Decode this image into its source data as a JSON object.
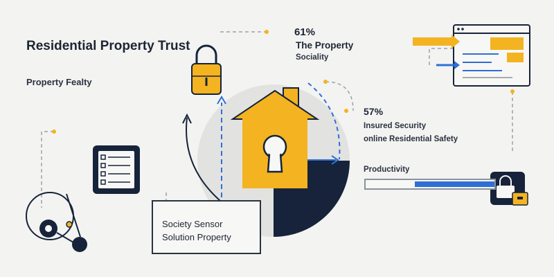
{
  "header": {
    "title": "Residential Property Trust",
    "subtitle": "Property Fealty"
  },
  "top_stat": {
    "value": "61%",
    "line1": "The Property",
    "line2": "Sociality"
  },
  "mid_stat": {
    "value": "57%",
    "line1": "Insured Security",
    "line2": "online Residential Safety"
  },
  "progress": {
    "label": "Productivity",
    "fraction": 0.62
  },
  "card": {
    "line1": "Society Sensor",
    "line2": "Solution Property"
  },
  "colors": {
    "background": "#f3f3f1",
    "accent_yellow": "#f4b321",
    "accent_blue": "#2e6fd6",
    "navy": "#16233a",
    "circle_gray": "#e0e0de"
  },
  "icons": {
    "house": "house-keyhole-icon",
    "padlock_top": "padlock-icon",
    "padlock_right": "padlock-icon",
    "checklist": "checklist-icon",
    "browser": "browser-window-icon",
    "network": "network-nodes-icon"
  }
}
